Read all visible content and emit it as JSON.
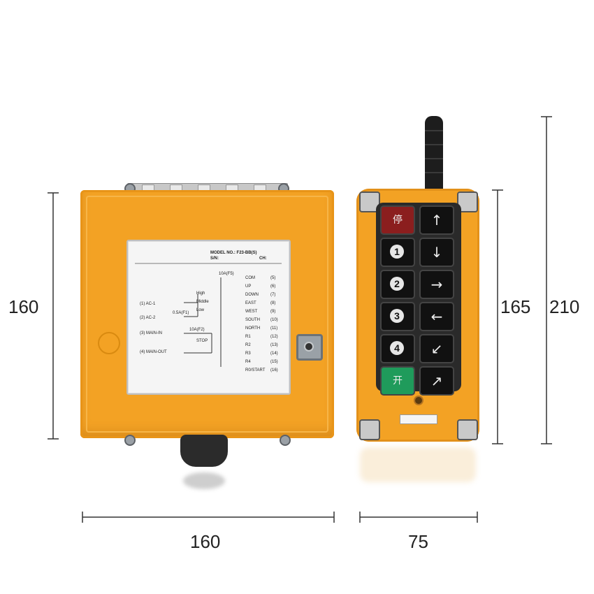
{
  "dimensions": {
    "receiver_height": "160",
    "receiver_width": "160",
    "remote_height": "165",
    "remote_total_height": "210",
    "remote_width": "75"
  },
  "label": {
    "model": "MODEL NO.: F23-BB(S)",
    "sn": "S/N:",
    "ch": "CH:",
    "fuse": "10A(F5)",
    "inputs": [
      "(1)  AC-1",
      "(2)  AC-2",
      "(3)  MAIN-IN",
      "(4)  MAIN-OUT"
    ],
    "speed": [
      "High",
      "Middle",
      "Low"
    ],
    "fuse2": "0.5A(F1)",
    "fuse3": "10A(F2)",
    "stop": "STOP",
    "terminals": [
      {
        "name": "COM",
        "num": "(5)"
      },
      {
        "name": "UP",
        "num": "(6)"
      },
      {
        "name": "DOWN",
        "num": "(7)"
      },
      {
        "name": "EAST",
        "num": "(8)"
      },
      {
        "name": "WEST",
        "num": "(9)"
      },
      {
        "name": "SOUTH",
        "num": "(10)"
      },
      {
        "name": "NORTH",
        "num": "(11)"
      },
      {
        "name": "R1",
        "num": "(12)"
      },
      {
        "name": "R2",
        "num": "(13)"
      },
      {
        "name": "R3",
        "num": "(14)"
      },
      {
        "name": "R4",
        "num": "(15)"
      },
      {
        "name": "R0/START",
        "num": "(16)"
      }
    ]
  },
  "remote": {
    "buttons_left": [
      "stop-icon",
      "1",
      "2",
      "3",
      "4",
      "start-icon"
    ],
    "buttons_right": [
      "up-arrow-icon",
      "down-arrow-icon",
      "right-arrow-icon",
      "left-arrow-icon",
      "diag-down-left-icon",
      "diag-up-right-icon"
    ],
    "stop_label": "停",
    "start_label": "开"
  },
  "colors": {
    "housing": "#f3a224",
    "button": "#111111",
    "stop_button": "#8b1e1e",
    "start_button": "#1f9b5b"
  }
}
